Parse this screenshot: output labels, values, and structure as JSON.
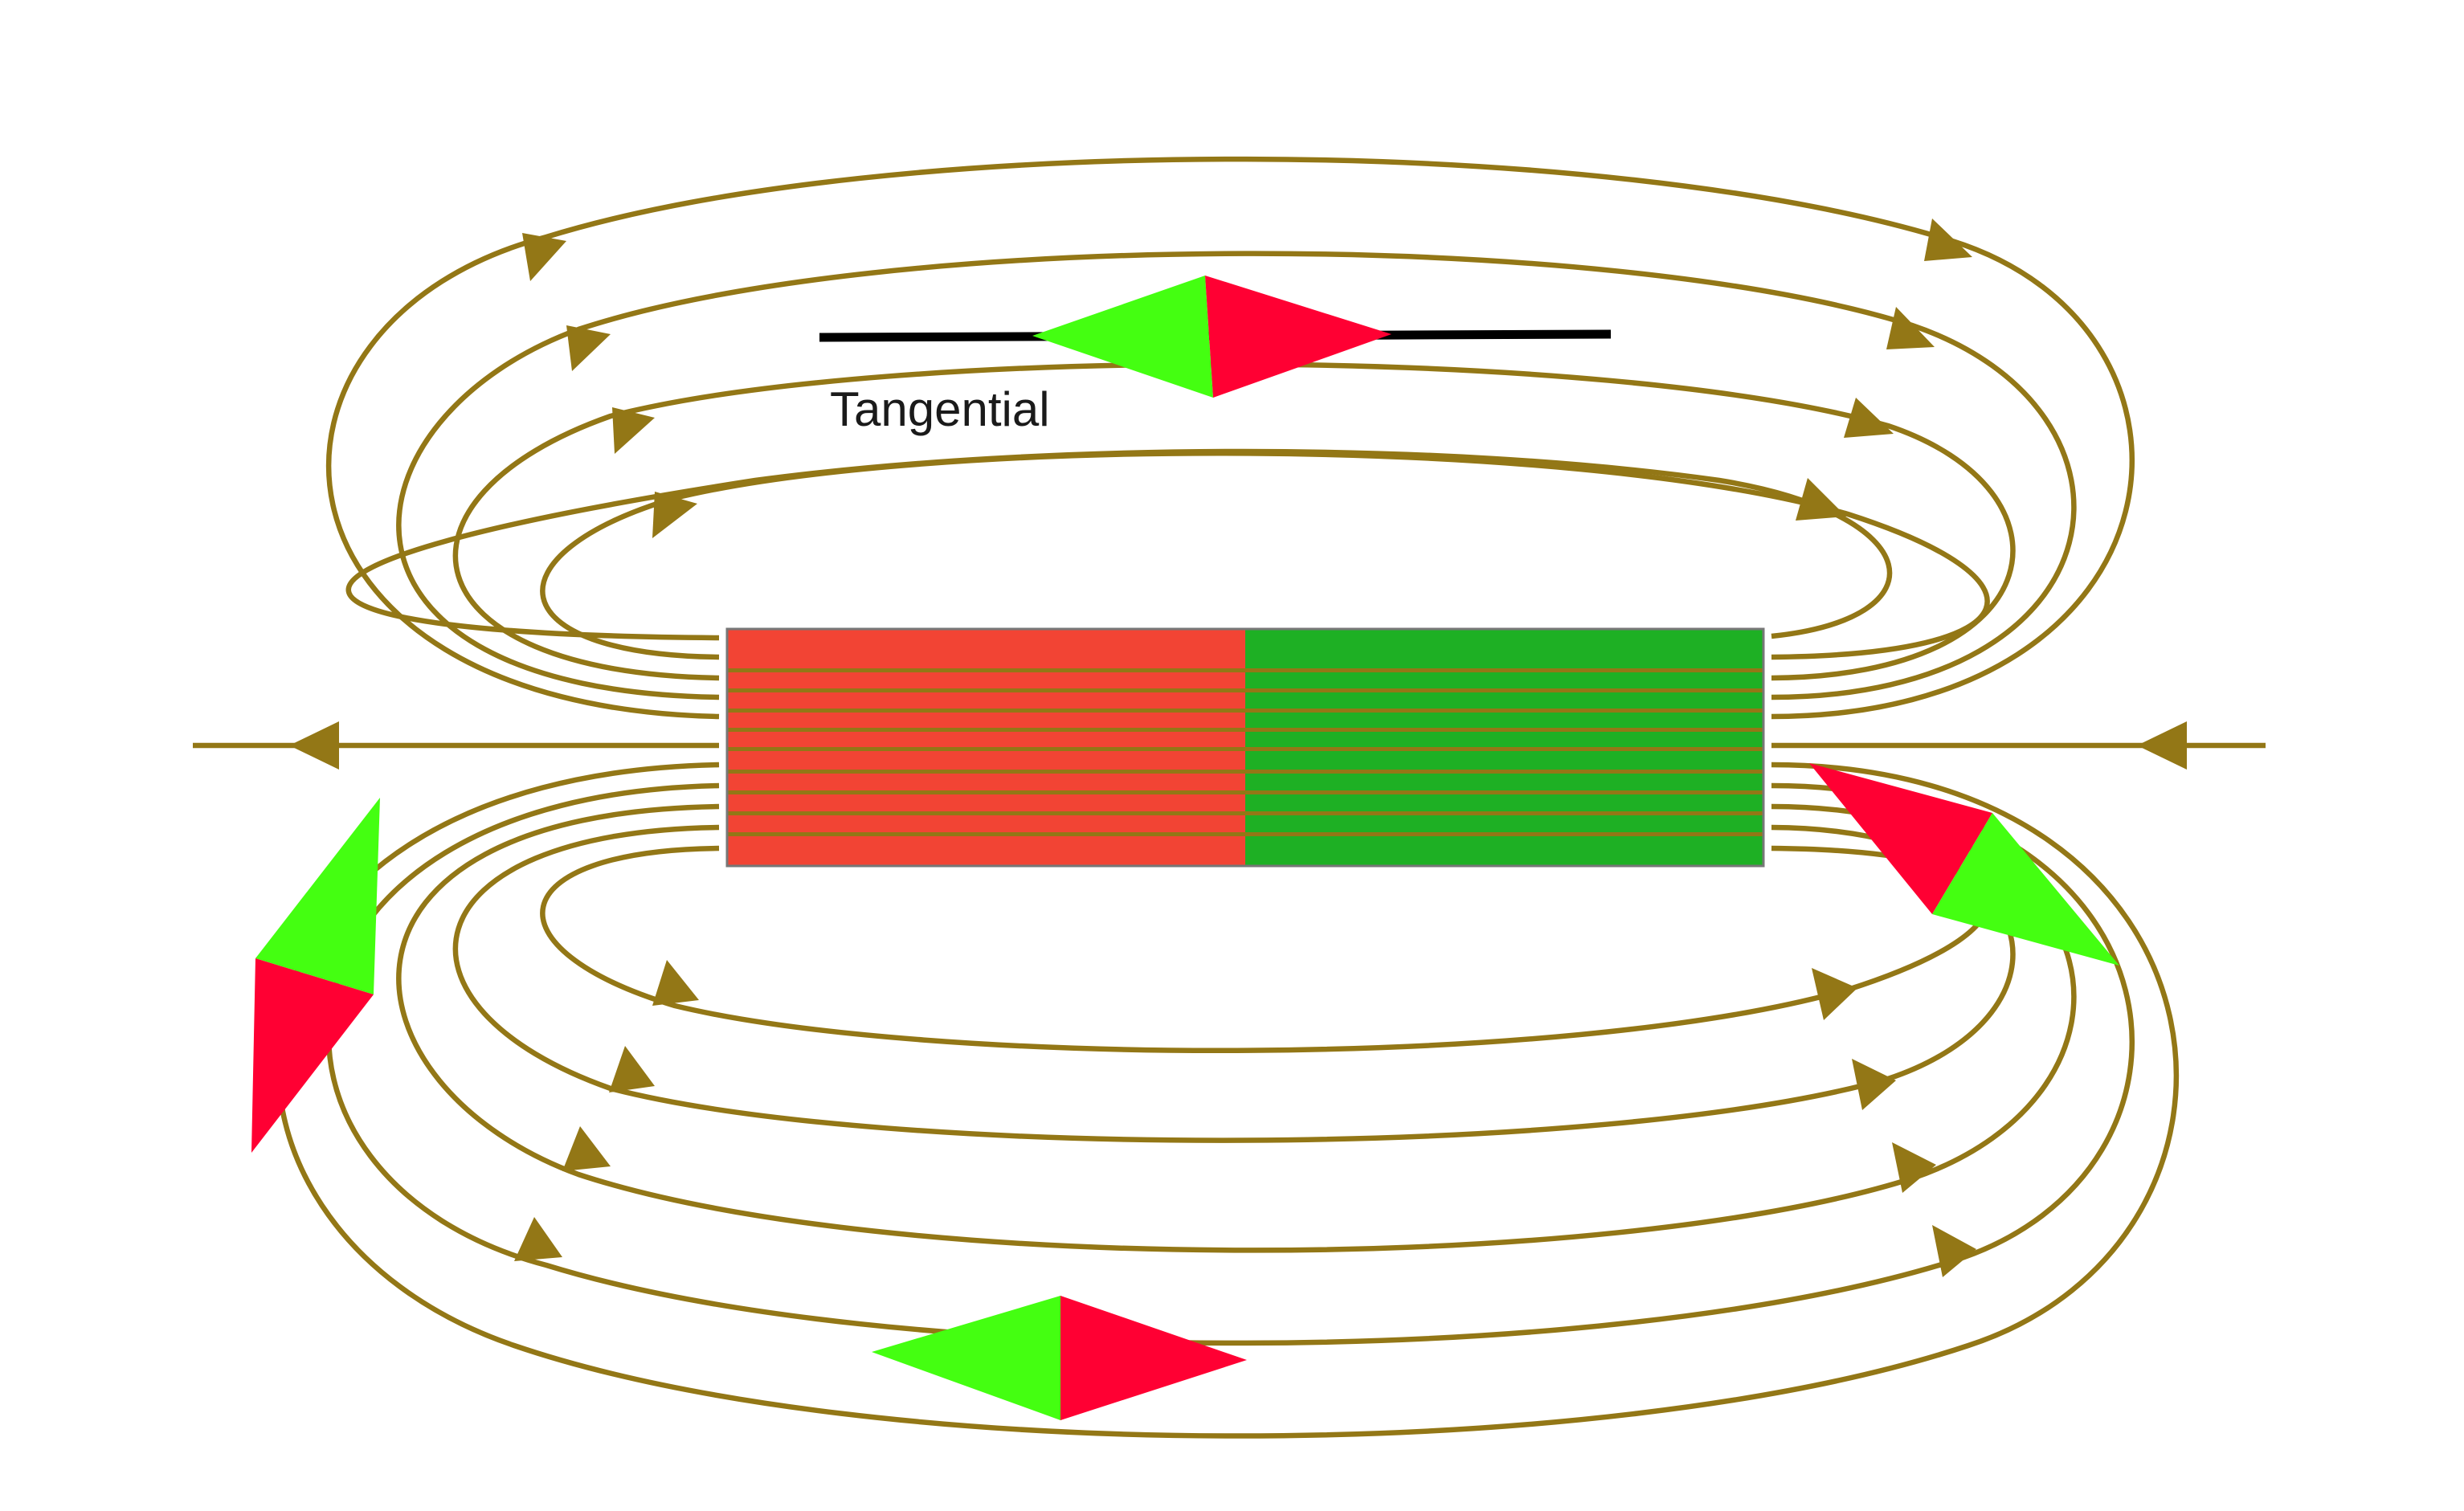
{
  "diagram": {
    "label_tangential": "Tangential"
  },
  "colors": {
    "field_line": "#937716",
    "magnet_red": "#f24434",
    "magnet_green": "#1eb024",
    "magnet_border": "#777777",
    "needle_red": "#ff0033",
    "needle_green": "#44ff11",
    "tangent_line": "#000000",
    "label_text": "#1a1a1a",
    "background": "#ffffff"
  },
  "icons": {
    "field_direction": "triangle-arrow",
    "compass_needle": "diamond-needle"
  }
}
